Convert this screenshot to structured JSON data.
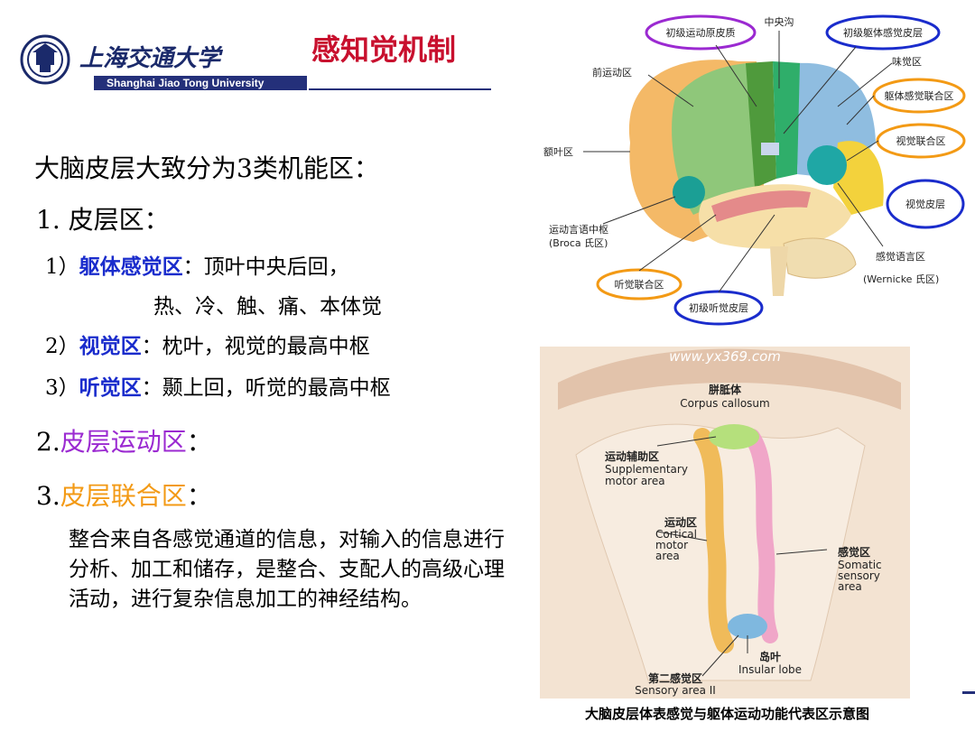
{
  "header": {
    "university_cn": "上海交通大学",
    "university_en": "Shanghai Jiao Tong University",
    "title": "感知觉机制"
  },
  "content": {
    "intro": "大脑皮层大致分为3类机能区：",
    "section1": "1. 皮层区：",
    "item1_prefix": "1）",
    "item1_term": "躯体感觉区",
    "item1_text": "：顶叶中央后回，",
    "item1_line2": "热、冷、触、痛、本体觉",
    "item2_prefix": "2）",
    "item2_term": "视觉区",
    "item2_text": "：枕叶，视觉的最高中枢",
    "item3_prefix": "3）",
    "item3_term": "听觉区",
    "item3_text": "：颞上回，听觉的最高中枢",
    "section2_num": "2.",
    "section2_term": "皮层运动区",
    "section2_colon": "：",
    "section3_num": "3.",
    "section3_term": "皮层联合区",
    "section3_colon": "：",
    "paragraph": "整合来自各感觉通道的信息，对输入的信息进行分析、加工和储存，是整合、支配人的高级心理活动，进行复杂信息加工的神经结构。"
  },
  "brain_diagram": {
    "labels": {
      "primary_motor": "初级运动原皮质",
      "central_sulcus": "中央沟",
      "primary_somatosensory": "初级躯体感觉皮层",
      "premotor": "前运动区",
      "gustatory": "味觉区",
      "somatosensory_assoc": "躯体感觉联合区",
      "visual_assoc": "视觉联合区",
      "frontal": "额叶区",
      "visual_cortex": "视觉皮层",
      "broca_1": "运动言语中枢",
      "broca_2": "(Broca 氏区)",
      "wernicke_1": "感觉语言区",
      "wernicke_2": "(Wernicke 氏区)",
      "auditory_assoc": "听觉联合区",
      "primary_auditory": "初级听觉皮层"
    }
  },
  "sensory_diagram": {
    "watermark": "www.yx369.com",
    "labels": {
      "corpus_cn": "胼胝体",
      "corpus_en": "Corpus callosum",
      "sma_cn": "运动辅助区",
      "sma_en1": "Supplementary",
      "sma_en2": "motor area",
      "motor_cn": "运动区",
      "motor_en1": "Cortical",
      "motor_en2": "motor",
      "motor_en3": "area",
      "sensory_cn": "感觉区",
      "sensory_en1": "Somatic",
      "sensory_en2": "sensory",
      "sensory_en3": "area",
      "insula_cn": "岛叶",
      "insula_en": "Insular lobe",
      "s2_cn": "第二感觉区",
      "s2_en": "Sensory area II"
    },
    "caption": "大脑皮层体表感觉与躯体运动功能代表区示意图"
  },
  "colors": {
    "title": "#c8102e",
    "navy": "#24307a",
    "term_blue": "#1a2ccc",
    "purple": "#9b2ad1",
    "orange": "#f39a15"
  }
}
